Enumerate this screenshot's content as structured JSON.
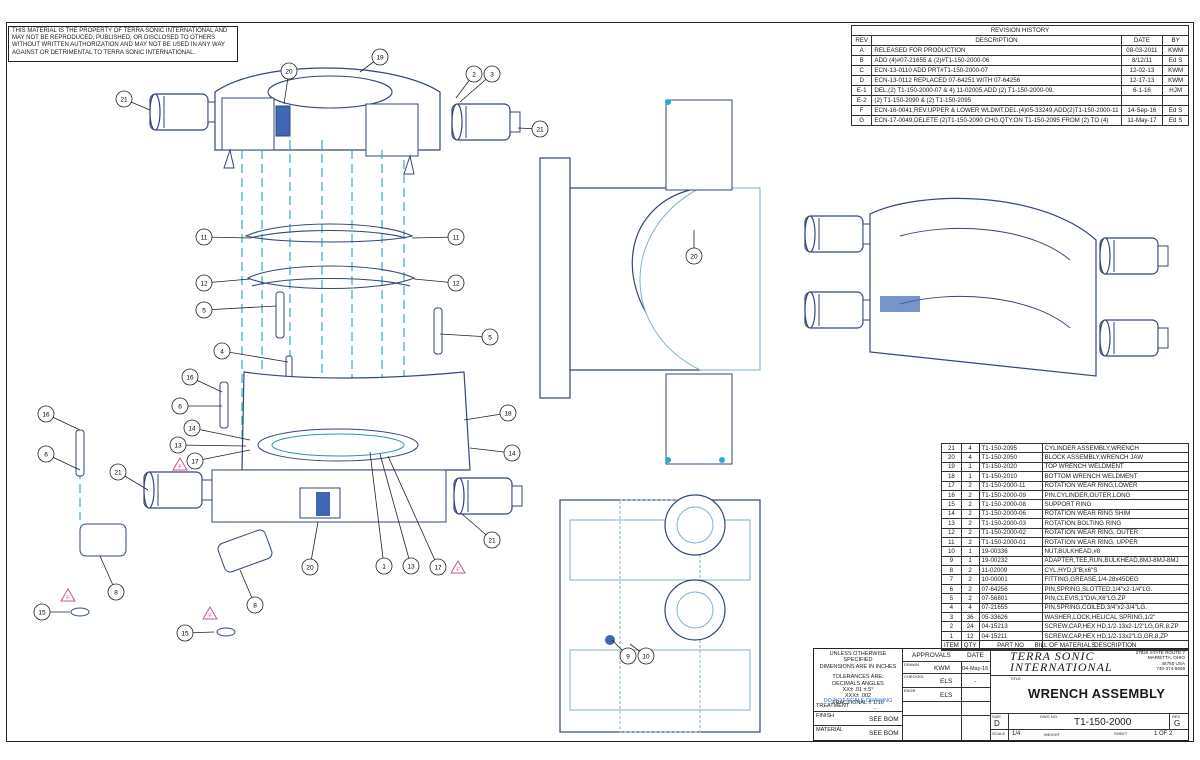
{
  "disclaimer": "THIS MATERIAL IS THE PROPERTY OF TERRA SONIC INTERNATIONAL AND MAY NOT BE REPRODUCED, PUBLISHED, OR DISCLOSED TO OTHERS WITHOUT WRITTEN AUTHORIZATION AND MAY NOT BE USED IN ANY WAY AGAINST OR DETRIMENTAL TO TERRA SONIC INTERNATIONAL.",
  "revision_history": {
    "title": "REVISION HISTORY",
    "headers": [
      "REV",
      "DESCRIPTION",
      "DATE",
      "BY"
    ],
    "rows": [
      [
        "A",
        "RELEASED FOR PRODUCTION",
        "08-03-2011",
        "KWM"
      ],
      [
        "B",
        "ADD (4)#07-21655 & (2)#T1-150-2000-06",
        "8/12/11",
        "Ed S"
      ],
      [
        "C",
        "ECN-13-0110 ADD PRT#T1-150-2000-07",
        "12-02-13",
        "KWM"
      ],
      [
        "D",
        "ECN-13-0112 REPLACED 07-64251 WITH 07-64256",
        "12-17-13",
        "KWM"
      ],
      [
        "E-1",
        "DEL.(2) T1-150-2000-07 & 4) 11-02005,ADD (2) T1-150-2000-09.",
        "6-1-16",
        "HJM"
      ],
      [
        "E-2",
        "(2) T1-150-2090 & (2) T1-150-2095",
        "",
        ""
      ],
      [
        "F",
        "ECN-16-0041,REV.UPPER & LOWER WLDMT,DEL.(4)05-33249,ADD(2)T1-150-2000-11",
        "14-Sep-16",
        "Ed S"
      ],
      [
        "G",
        "ECN-17-0049,DELETE (2)T1-150-2090 CHG.QTY.ON T1-150-2095 FROM (2) TO (4)",
        "11-May-17",
        "Ed S"
      ]
    ]
  },
  "bom": {
    "title": "BILL OF MATERIALS",
    "headers": [
      "ITEM",
      "QTY",
      "PART NO",
      "DESCRIPTION"
    ],
    "rows": [
      [
        "21",
        "4",
        "T1-150-2095",
        "CYLINDER ASSEMBLY,WRENCH"
      ],
      [
        "20",
        "4",
        "T1-150-2050",
        "BLOCK ASSEMBLY,WRENCH JAW"
      ],
      [
        "19",
        "1",
        "T1-150-2020",
        "TOP WRENCH WELDMENT"
      ],
      [
        "18",
        "1",
        "T1-150-2010",
        "BOTTOM WRENCH WELDMENT"
      ],
      [
        "17",
        "2",
        "T1-150-2000-11",
        "ROTATION WEAR RING,LOWER"
      ],
      [
        "16",
        "2",
        "T1-150-2000-09",
        "PIN,CYLINDER,OUTER,LONG"
      ],
      [
        "15",
        "2",
        "T1-150-2000-08",
        "SUPPORT RING"
      ],
      [
        "14",
        "2",
        "T1-150-2000-06",
        "ROTATION WEAR RING SHIM"
      ],
      [
        "13",
        "2",
        "T1-150-2000-03",
        "ROTATION BOLTING RING"
      ],
      [
        "12",
        "2",
        "T1-150-2000-02",
        "ROTATION WEAR RING, OUTER"
      ],
      [
        "11",
        "2",
        "T1-150-2000-01",
        "ROTATION WEAR RING, UPPER"
      ],
      [
        "10",
        "1",
        "19-00336",
        "NUT,BULKHEAD,#8"
      ],
      [
        "9",
        "1",
        "19-00232",
        "ADAPTER,TEE,RUN,BULKHEAD,8MJ-8MJ-8MJ"
      ],
      [
        "8",
        "2",
        "11-02009",
        "CYL,HYD,3\"B,x6\"S"
      ],
      [
        "7",
        "2",
        "10-00001",
        "FITTING,GREASE,1/4-28x45DEG"
      ],
      [
        "6",
        "2",
        "07-64256",
        "PIN,SPRING,SLOTTED,1/4\"x2-1/4\"LG."
      ],
      [
        "5",
        "2",
        "07-56801",
        "PIN,CLEVIS,1\"DIA,X6\"LG.ZP"
      ],
      [
        "4",
        "4",
        "07-21655",
        "PIN,SPRING,COILED,3/4\"x2-3/4\"LG."
      ],
      [
        "3",
        "36",
        "05-33626",
        "WASHER,LOCK,HELICAL SPRING,1/2\""
      ],
      [
        "2",
        "24",
        "04-15213",
        "SCREW,CAP,HEX HD,1/2-13x2-1/2\"LG,GR.8,ZP"
      ],
      [
        "1",
        "12",
        "04-15211",
        "SCREW,CAP,HEX HD,1/2-13x2\"LG,GR.8,ZP"
      ]
    ]
  },
  "title_block": {
    "notes": [
      "UNLESS OTHERWISE SPECIFIED",
      "DIMENSIONS ARE IN INCHES",
      "TOLERANCES ARE:",
      "DECIMALS        ANGLES",
      "XX±      .01     ±.5°",
      "XXX±     .002",
      "FRACTIONAL ± 1/16"
    ],
    "do_not_scale": "DO NOT SCALE DRAWING",
    "treatment_label": "TREATMENT",
    "treatment_value": "-",
    "finish_label": "FINISH",
    "finish_value": "SEE BOM",
    "material_label": "MATERIAL",
    "material_value": "SEE BOM",
    "approvals_label": "APPROVALS",
    "date_label": "DATE",
    "drawn_label": "DRAWN",
    "drawn_by": "KWM",
    "drawn_date": "04-May-16",
    "checked_label": "CHECKED",
    "checked_by": "ELS",
    "checked_date": "-",
    "engr_label": "ENGR",
    "engr_by": "ELS",
    "company_line1": "TERRA SONIC",
    "company_line2": "INTERNATIONAL",
    "address": [
      "27825 STATE ROUTE 7",
      "MARIETTA, OHIO",
      "45750 USA",
      "740-374-6608"
    ],
    "title_label": "TITLE",
    "title": "WRENCH ASSEMBLY",
    "size_label": "SIZE",
    "size": "D",
    "dwg_label": "DWG NO.",
    "dwg_no": "T1-150-2000",
    "rev_label": "REV",
    "rev": "G",
    "scale_label": "SCALE",
    "scale": "1/4",
    "weight_label": "WEIGHT",
    "sheet_label": "SHEET",
    "sheet": "1 OF 2"
  },
  "balloons": [
    "21",
    "20",
    "19",
    "2",
    "3",
    "21",
    "11",
    "11",
    "12",
    "12",
    "5",
    "5",
    "4",
    "16",
    "6",
    "14",
    "13",
    "17",
    "18",
    "14",
    "16",
    "6",
    "21",
    "20",
    "1",
    "13",
    "17",
    "21",
    "8",
    "8",
    "15",
    "15",
    "20",
    "9",
    "10"
  ],
  "flag_label": "F",
  "colors": {
    "line": "#33477a",
    "hidden": "#7fb3c9",
    "center": "#3aa6cf",
    "flag": "#c2569a",
    "grease": "#29a8d9"
  }
}
